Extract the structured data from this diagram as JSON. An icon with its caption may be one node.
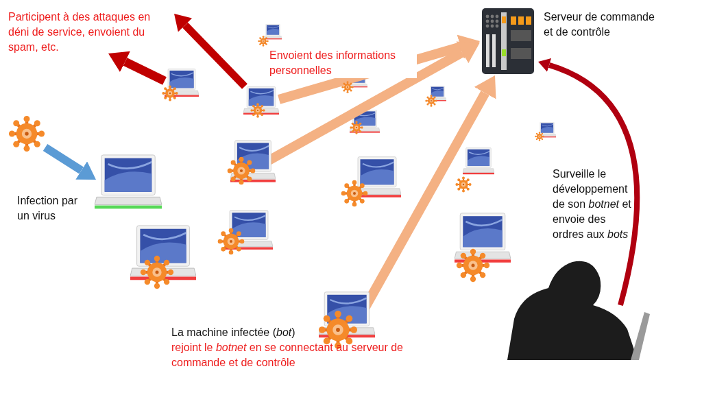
{
  "diagram": {
    "nodes": [
      {
        "text": [],
        "shape": "picture"
      },
      {
        "text": [],
        "shape": "picture",
        "beside": [
          "Infection par un virus"
        ]
      },
      {
        "text": [],
        "shape": "picture",
        "beside": [
          "Serveur de commande et de contrôle"
        ]
      },
      {
        "text": [],
        "shape": "person",
        "beside": [
          "Surveille le développement de son *botnet* et envoie des ordres aux *bots*"
        ]
      },
      {
        "text": [],
        "shape": "picture"
      },
      {
        "text": [],
        "shape": "picture"
      },
      {
        "text": [],
        "shape": "picture"
      },
      {
        "text": [],
        "shape": "picture",
        "beside": [
          "La machine infectée (*bot*)",
          "rejoint le *botnet* en se connectant au serveur de commande et de contrôle"
        ]
      },
      {
        "text": [
          "Participent à des attaques en déni de service, envoient du spam, etc."
        ]
      }
    ],
    "edges": [
      {
        "from": 0,
        "to": 1,
        "arrow": "to",
        "color": "#5b9bd5"
      },
      {
        "from": 5,
        "to": 8,
        "arrow": "to",
        "color": "#c00000"
      },
      {
        "from": 4,
        "to": 8,
        "arrow": "to",
        "color": "#c00000"
      },
      {
        "from": 4,
        "to": 2,
        "arrow": "to",
        "label": "Envoient des informations personnelles"
      },
      {
        "from": 6,
        "to": 2,
        "arrow": "to"
      },
      {
        "from": 7,
        "to": 2,
        "arrow": "to"
      },
      {
        "from": 3,
        "to": 2,
        "arrow": "to",
        "color": "#b00010"
      }
    ]
  }
}
